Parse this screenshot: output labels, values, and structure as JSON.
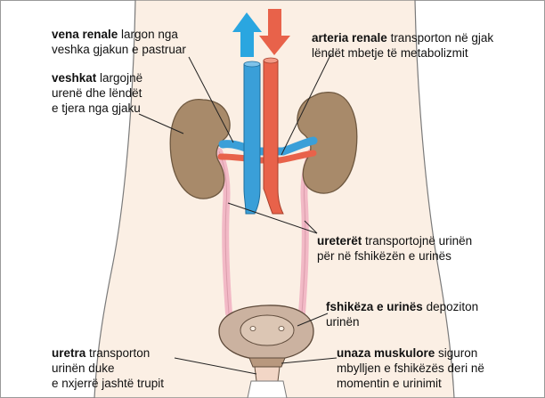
{
  "labels": {
    "vena_renale": {
      "term": "vena renale",
      "text": " largon nga\nveshka gjakun e pastruar"
    },
    "veshkat": {
      "term": "veshkat",
      "text": " largojnë\nurenë dhe lëndët\ne tjera nga gjaku"
    },
    "arteria_renale": {
      "term": "arteria renale",
      "text": " transporton në gjak\nlëndët mbetje të metabolizmit"
    },
    "ureteret": {
      "term": "ureterët",
      "text": " transportojnë urinën\npër në fshikëzën e urinës"
    },
    "fshikeza": {
      "term": "fshikëza e urinës",
      "text": " depoziton\nurinën"
    },
    "uretra": {
      "term": "uretra",
      "text": " transporton\nurinën duke\ne nxjerrë jashtë trupit"
    },
    "unaza": {
      "term": "unaza muskulore",
      "text": " siguron\nmbylljen e fshikëzës deri në\nmomentin e urinimit"
    }
  },
  "colors": {
    "vein": "#3a9fd8",
    "artery": "#e8624a",
    "kidney": "#a88a6a",
    "ureter": "#f2b9c6",
    "body_fill": "#fbefe4",
    "body_outline": "#7a7a7a",
    "bladder": "#cbb2a0",
    "leader": "#222222"
  },
  "icons": [
    "up-arrow-icon",
    "down-arrow-icon"
  ]
}
